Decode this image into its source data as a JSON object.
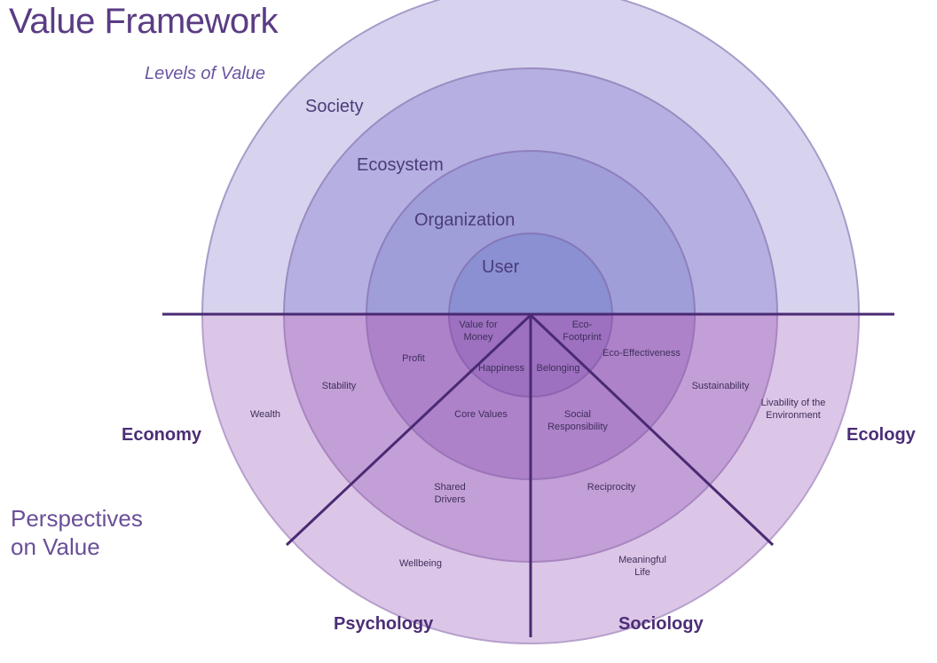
{
  "title": "Value Framework",
  "levels_heading": "Levels of Value",
  "perspectives_heading": [
    "Perspectives",
    "on Value"
  ],
  "levels": [
    "Society",
    "Ecosystem",
    "Organization",
    "User"
  ],
  "perspectives": [
    "Economy",
    "Psychology",
    "Sociology",
    "Ecology"
  ],
  "cells": {
    "user": [
      "Value for Money",
      "Eco-Footprint",
      "Happiness",
      "Belonging"
    ],
    "organization": [
      "Profit",
      "Eco-Effectiveness",
      "Core Values",
      "Social Responsibility"
    ],
    "ecosystem": [
      "Stability",
      "Sustainability",
      "Shared Drivers",
      "Reciprocity"
    ],
    "society": [
      "Wealth",
      "Livability of the Environment",
      "Wellbeing",
      "Meaningful Life"
    ]
  },
  "colors": {
    "top_rings": [
      "#d7d3ee",
      "#b5b0e1",
      "#9f9ed9",
      "#8a90d2"
    ],
    "bottom_rings": [
      "#dcc6e7",
      "#c39fd7",
      "#ad82c9",
      "#9d70c0"
    ],
    "lines": "#4a2a73"
  }
}
